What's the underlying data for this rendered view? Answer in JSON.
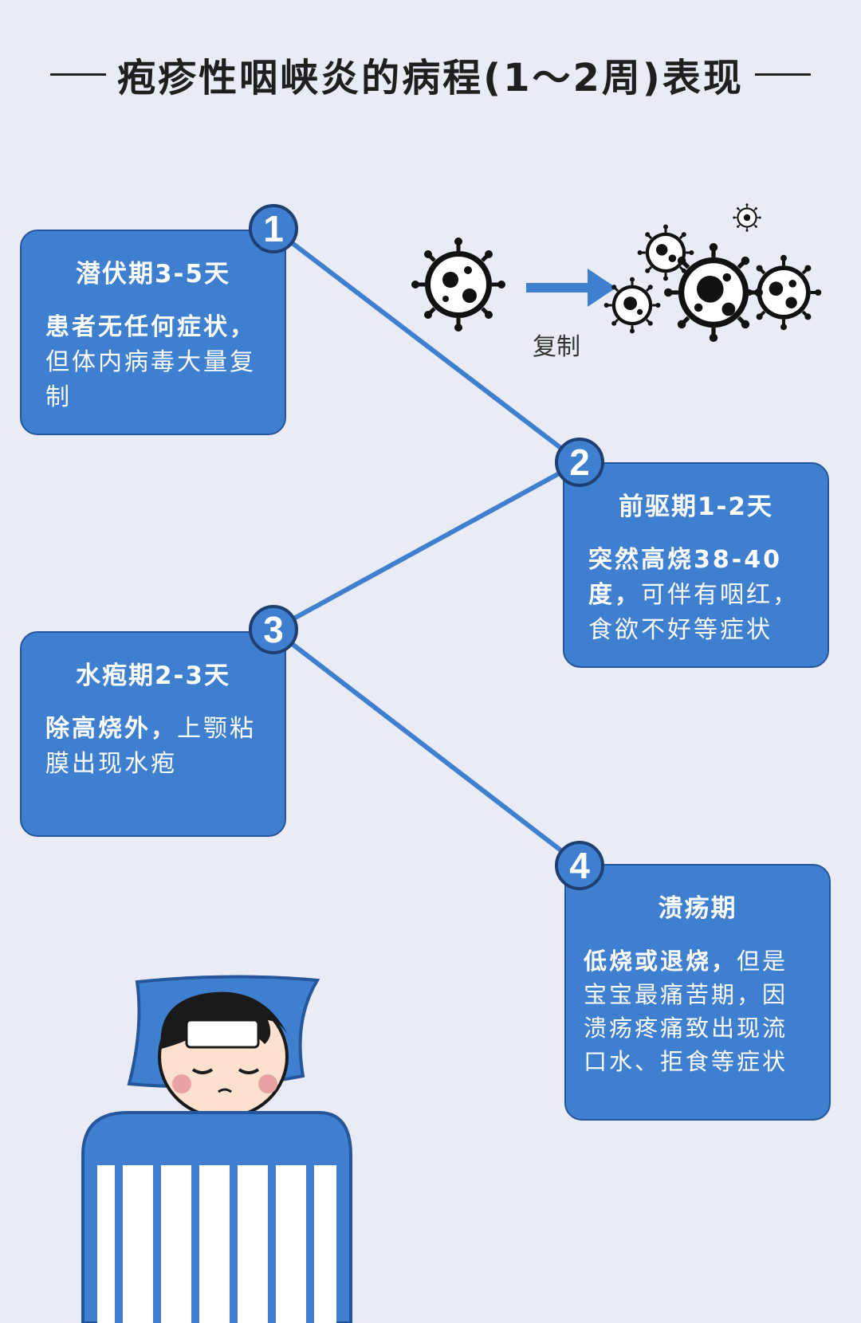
{
  "title": "疱疹性咽峡炎的病程(1～2周)表现",
  "replication_label": "复制",
  "stages": [
    {
      "number": "1",
      "title": "潜伏期3-5天",
      "bold": "患者无任何症状，",
      "text": "但体内病毒大量复制"
    },
    {
      "number": "2",
      "title": "前驱期1-2天",
      "bold": "突然高烧38-40度，",
      "text": "可伴有咽红，食欲不好等症状"
    },
    {
      "number": "3",
      "title": "水疱期2-3天",
      "bold": "除高烧外，",
      "text": "上颚粘膜出现水疱"
    },
    {
      "number": "4",
      "title": "溃疡期",
      "bold": "低烧或退烧，",
      "text": "但是宝宝最痛苦期，因溃疡疼痛致出现流口水、拒食等症状"
    }
  ],
  "colors": {
    "accent": "#3f7fd0",
    "border": "#25569b",
    "background": "#e9ecf5"
  },
  "icons": [
    "virus-icon",
    "arrow-right-icon",
    "virus-cluster-icon",
    "sick-child-illustration"
  ]
}
